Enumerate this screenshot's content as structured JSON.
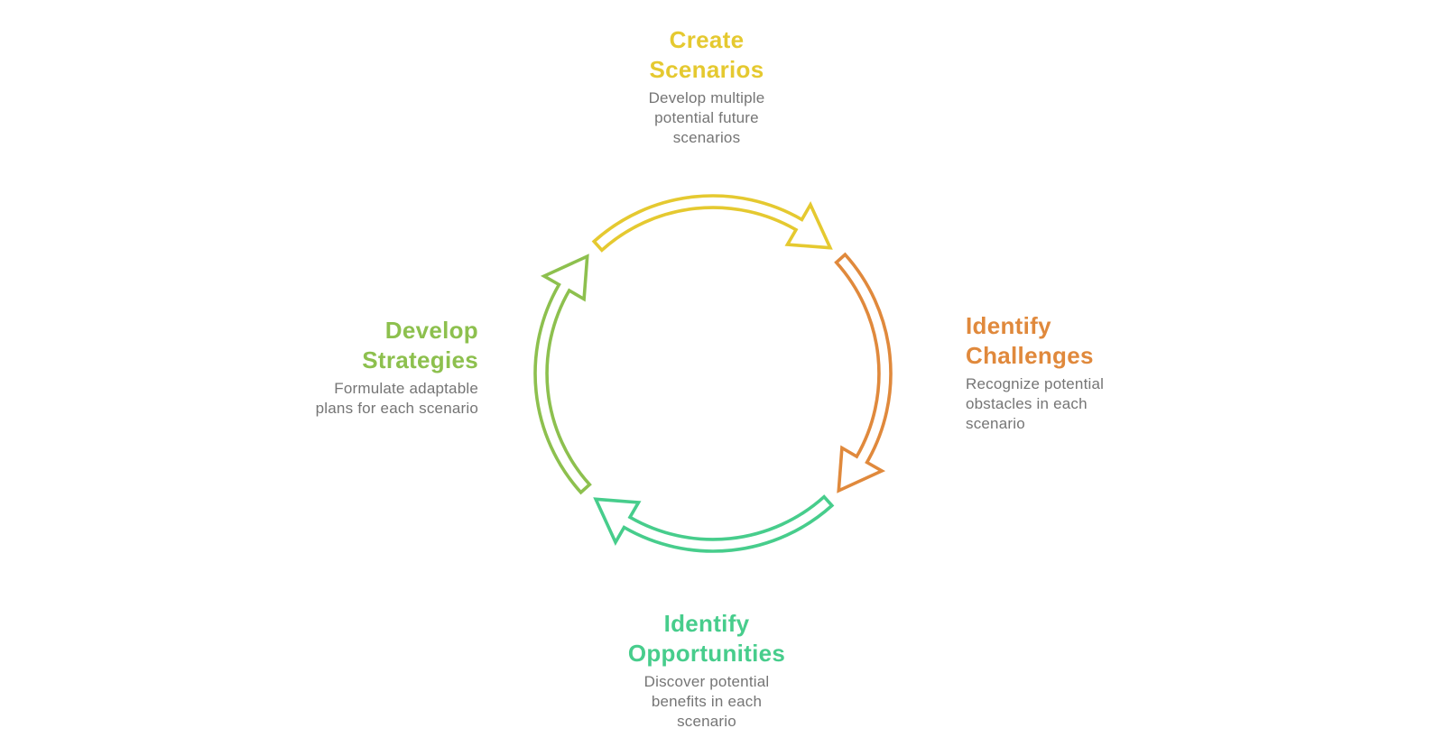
{
  "diagram": {
    "background_color": "#ffffff",
    "description_color": "#757575",
    "steps": [
      {
        "id": "create-scenarios",
        "position": "top",
        "color": "#E5C930",
        "title_lines": [
          "Create",
          "Scenarios"
        ],
        "description_lines": [
          "Develop multiple",
          "potential future",
          "scenarios"
        ]
      },
      {
        "id": "identify-challenges",
        "position": "right",
        "color": "#E0893C",
        "title_lines": [
          "Identify",
          "Challenges"
        ],
        "description_lines": [
          "Recognize potential",
          "obstacles in each",
          "scenario"
        ]
      },
      {
        "id": "identify-opportunities",
        "position": "bottom",
        "color": "#47CD8C",
        "title_lines": [
          "Identify",
          "Opportunities"
        ],
        "description_lines": [
          "Discover potential",
          "benefits in each",
          "scenario"
        ]
      },
      {
        "id": "develop-strategies",
        "position": "left",
        "color": "#8DC04E",
        "title_lines": [
          "Develop",
          "Strategies"
        ],
        "description_lines": [
          "Formulate adaptable",
          "plans for each scenario"
        ]
      }
    ]
  }
}
